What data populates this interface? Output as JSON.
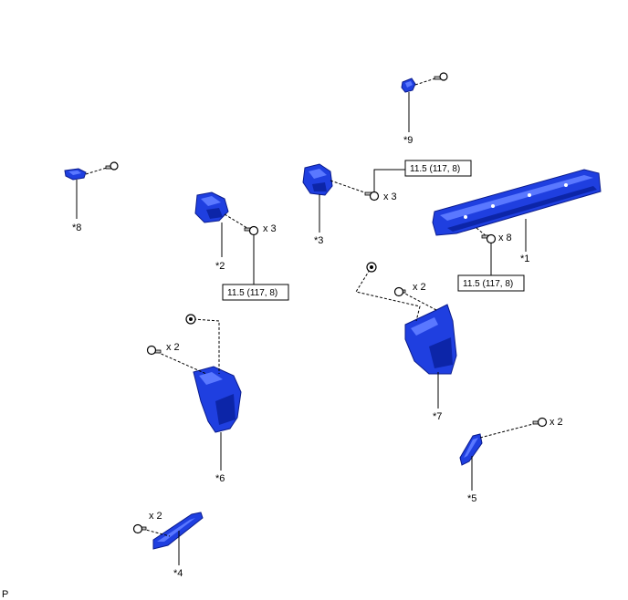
{
  "callouts": {
    "p1": "*1",
    "p2": "*2",
    "p3": "*3",
    "p4": "*4",
    "p5": "*5",
    "p6": "*6",
    "p7": "*7",
    "p8": "*8",
    "p9": "*9"
  },
  "quantities": {
    "q1": "x 8",
    "q2": "x 3",
    "q3": "x 3",
    "q4": "x 2",
    "q5": "x 2",
    "q6": "x 2",
    "q7": "x 2"
  },
  "torques": {
    "t1": "11.5 (117, 8)",
    "t2": "11.5 (117, 8)",
    "t3": "11.5 (117, 8)"
  },
  "corner_mark": "P",
  "colors": {
    "part_fill": "#1f3fe0",
    "part_outline": "#0a1b8c"
  }
}
